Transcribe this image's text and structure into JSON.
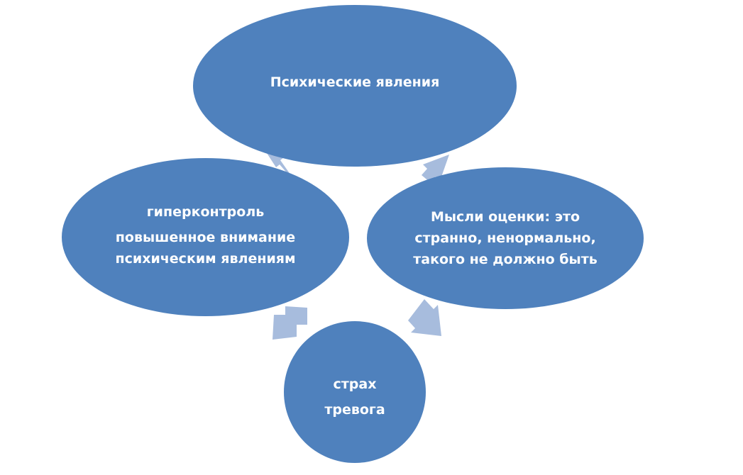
{
  "diagram": {
    "nodes": [
      {
        "id": "top",
        "lines": [
          "Психические явления"
        ]
      },
      {
        "id": "right",
        "lines": [
          "Мысли оценки: это",
          "странно, ненормально,",
          "такого не должно быть"
        ]
      },
      {
        "id": "bottom",
        "lines": [
          "страх",
          "тревога"
        ]
      },
      {
        "id": "left",
        "lines": [
          "гиперконтроль",
          "",
          "повышенное внимание",
          "психическим явлениям"
        ]
      }
    ],
    "colors": {
      "node_fill": "#4f81bd",
      "node_text": "#ffffff",
      "arrow_fill": "#a7bcdd"
    }
  }
}
